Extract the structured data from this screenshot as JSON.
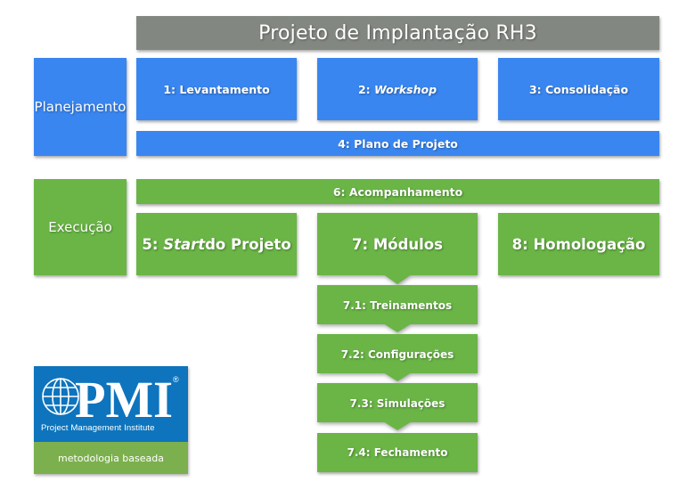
{
  "title": "Projeto de Implantação RH3",
  "phases": {
    "planning": "Planejamento",
    "execution": "Execução"
  },
  "steps": {
    "s1": "1: Levantamento",
    "s2_prefix": "2: ",
    "s2_emph": "Workshop",
    "s3": "3: Consolidação",
    "s4": "4: Plano de Projeto",
    "s6": "6: Acompanhamento",
    "s5_prefix": "5: ",
    "s5_emph": "Start",
    "s5_suffix": " do Projeto",
    "s7": "7: Módulos",
    "s8": "8: Homologação",
    "s7_1": "7.1: Treinamentos",
    "s7_2": "7.2: Configurações",
    "s7_3": "7.3: Simulações",
    "s7_4": "7.4: Fechamento"
  },
  "pmi": {
    "logo_text": "PMI",
    "name": "Project Management Institute",
    "caption": "metodologia baseada"
  },
  "colors": {
    "blue": "#3a86f0",
    "green": "#6ab546",
    "gray": "#838781",
    "pmi_blue": "#0e74bd"
  }
}
